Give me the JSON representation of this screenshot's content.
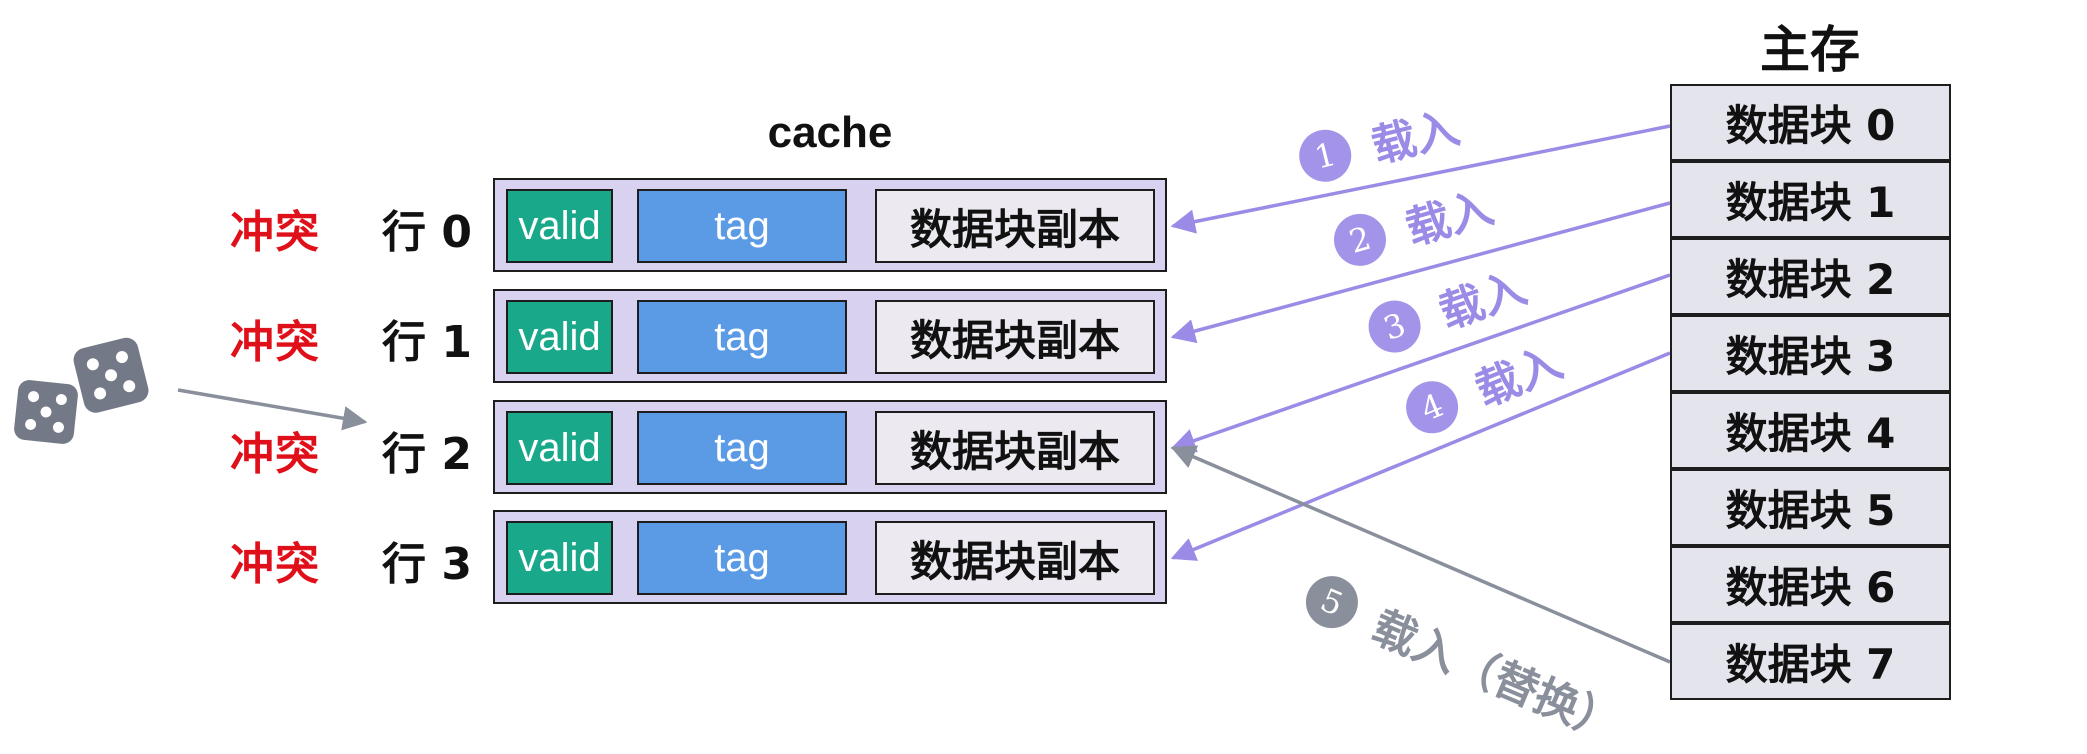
{
  "cache": {
    "title": "cache",
    "rows": [
      {
        "conflict": "冲突",
        "label": "行 0",
        "valid": "valid",
        "tag": "tag",
        "data": "数据块副本"
      },
      {
        "conflict": "冲突",
        "label": "行 1",
        "valid": "valid",
        "tag": "tag",
        "data": "数据块副本"
      },
      {
        "conflict": "冲突",
        "label": "行 2",
        "valid": "valid",
        "tag": "tag",
        "data": "数据块副本"
      },
      {
        "conflict": "冲突",
        "label": "行 3",
        "valid": "valid",
        "tag": "tag",
        "data": "数据块副本"
      }
    ]
  },
  "memory": {
    "title": "主存",
    "blocks": [
      "数据块 0",
      "数据块 1",
      "数据块 2",
      "数据块 3",
      "数据块 4",
      "数据块 5",
      "数据块 6",
      "数据块 7"
    ]
  },
  "loads": [
    {
      "num": "1",
      "label": "载入"
    },
    {
      "num": "2",
      "label": "载入"
    },
    {
      "num": "3",
      "label": "载入"
    },
    {
      "num": "4",
      "label": "载入"
    },
    {
      "num": "5",
      "label": "载入（替换）"
    }
  ],
  "colors": {
    "conflict": "#e0101a",
    "valid": "#1aa88a",
    "tag": "#5b9be6",
    "cache_line_bg": "#d8d2f0",
    "load_arrow": "#9b8be6",
    "replace_arrow": "#8a8f9c",
    "memory_bg": "#e4e4ec"
  },
  "icons": {
    "dice": "dice-icon"
  }
}
